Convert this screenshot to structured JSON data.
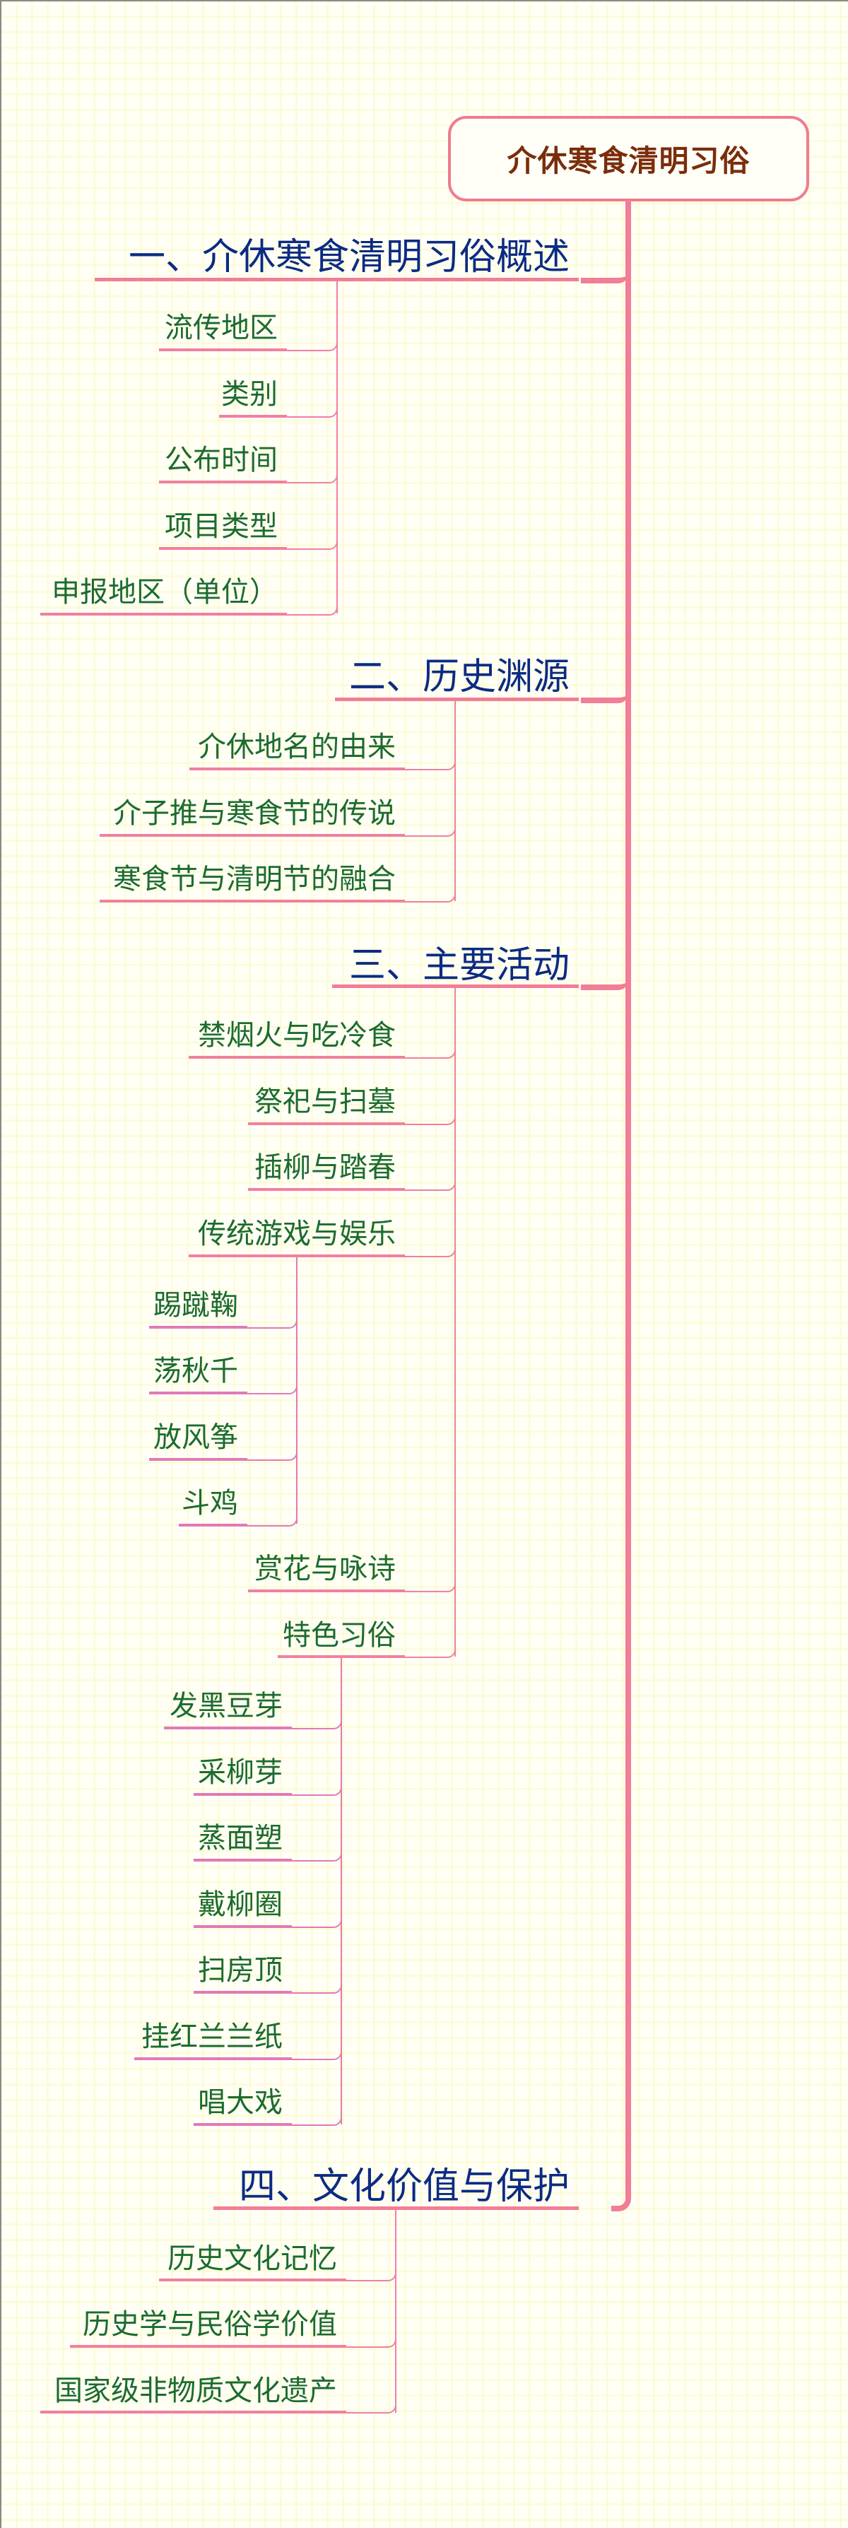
{
  "root": {
    "title": "介休寒食清明习俗"
  },
  "colors": {
    "line_main": "#f27d96",
    "line_level3": "#e07ab8",
    "section_text": "#0b2b83",
    "item_text": "#1c6b2e",
    "root_text": "#7b2d0b"
  },
  "sections": [
    {
      "title": "一、介休寒食清明习俗概述",
      "items": [
        {
          "label": "流传地区"
        },
        {
          "label": "类别"
        },
        {
          "label": "公布时间"
        },
        {
          "label": "项目类型"
        },
        {
          "label": "申报地区（单位）"
        }
      ]
    },
    {
      "title": "二、历史渊源",
      "items": [
        {
          "label": "介休地名的由来"
        },
        {
          "label": "介子推与寒食节的传说"
        },
        {
          "label": "寒食节与清明节的融合"
        }
      ]
    },
    {
      "title": "三、主要活动",
      "items": [
        {
          "label": "禁烟火与吃冷食"
        },
        {
          "label": "祭祀与扫墓"
        },
        {
          "label": "插柳与踏春"
        },
        {
          "label": "传统游戏与娱乐",
          "children": [
            {
              "label": "踢蹴鞠"
            },
            {
              "label": "荡秋千"
            },
            {
              "label": "放风筝"
            },
            {
              "label": "斗鸡"
            }
          ]
        },
        {
          "label": "赏花与咏诗"
        },
        {
          "label": "特色习俗",
          "children": [
            {
              "label": "发黑豆芽"
            },
            {
              "label": "采柳芽"
            },
            {
              "label": "蒸面塑"
            },
            {
              "label": "戴柳圈"
            },
            {
              "label": "扫房顶"
            },
            {
              "label": "挂红兰兰纸"
            },
            {
              "label": "唱大戏"
            }
          ]
        }
      ]
    },
    {
      "title": "四、文化价值与保护",
      "items": [
        {
          "label": "历史文化记忆"
        },
        {
          "label": "历史学与民俗学价值"
        },
        {
          "label": "国家级非物质文化遗产"
        }
      ]
    }
  ]
}
